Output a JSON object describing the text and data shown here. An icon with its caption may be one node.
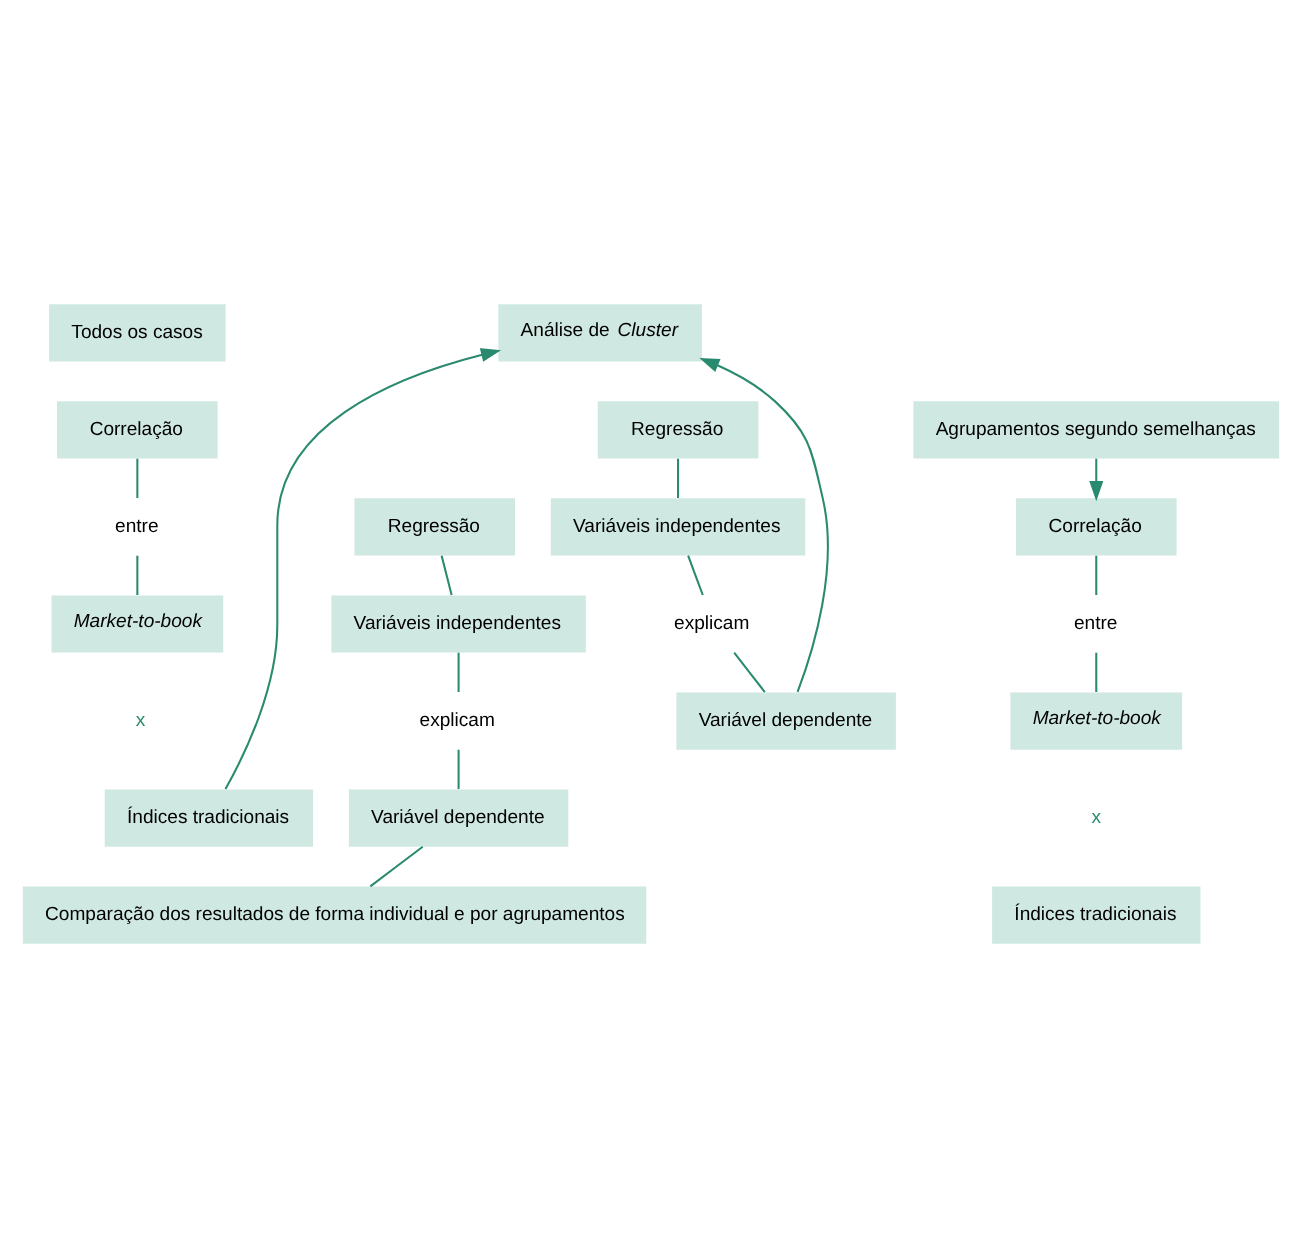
{
  "diagram": {
    "nodes": [
      {
        "text": [
          "Todos os casos"
        ]
      },
      {
        "text": [
          "Correlação"
        ]
      },
      {
        "text": [
          "Regressão"
        ]
      },
      {
        "text": [
          "entre"
        ]
      },
      {
        "text": [
          "Market-to-book"
        ]
      },
      {
        "text": [
          "Índices tradicionais"
        ]
      },
      {
        "text": [
          "Variáveis independentes"
        ]
      },
      {
        "text": [
          "explicam"
        ]
      },
      {
        "text": [
          "Variável dependente"
        ]
      },
      {
        "text": [
          "Análise de *Cluster*"
        ]
      },
      {
        "text": [
          "Agrupamentos segundo semelhanças"
        ]
      },
      {
        "text": [
          "Correlação"
        ]
      },
      {
        "text": [
          "Regressão"
        ]
      },
      {
        "text": [
          "entre"
        ]
      },
      {
        "text": [
          "Market-to-book"
        ]
      },
      {
        "text": [
          "Índices tradicionais"
        ]
      },
      {
        "text": [
          "Variáveis independentes"
        ]
      },
      {
        "text": [
          "explicam"
        ]
      },
      {
        "text": [
          "Variável dependente"
        ]
      },
      {
        "text": [
          "Comparação dos resultados de forma individual e por agrupamentos"
        ]
      }
    ],
    "edges": [
      {
        "from": 1,
        "to": 3,
        "arrow": "none"
      },
      {
        "from": 3,
        "to": 4,
        "arrow": "none"
      },
      {
        "from": 2,
        "to": 6,
        "arrow": "none"
      },
      {
        "from": 6,
        "to": 7,
        "arrow": "none"
      },
      {
        "from": 7,
        "to": 8,
        "arrow": "none"
      },
      {
        "from": 5,
        "to": 9,
        "arrow": "to"
      },
      {
        "from": 8,
        "to": 9,
        "arrow": "to"
      },
      {
        "from": 10,
        "to": 11,
        "arrow": "to"
      },
      {
        "from": 11,
        "to": 13,
        "arrow": "none"
      },
      {
        "from": 13,
        "to": 14,
        "arrow": "none"
      },
      {
        "from": 12,
        "to": 16,
        "arrow": "none"
      },
      {
        "from": 16,
        "to": 17,
        "arrow": "none"
      },
      {
        "from": 17,
        "to": 18,
        "arrow": "none"
      },
      {
        "from": 18,
        "to": 19,
        "arrow": "none"
      }
    ],
    "labels": [
      "x",
      "x"
    ]
  }
}
